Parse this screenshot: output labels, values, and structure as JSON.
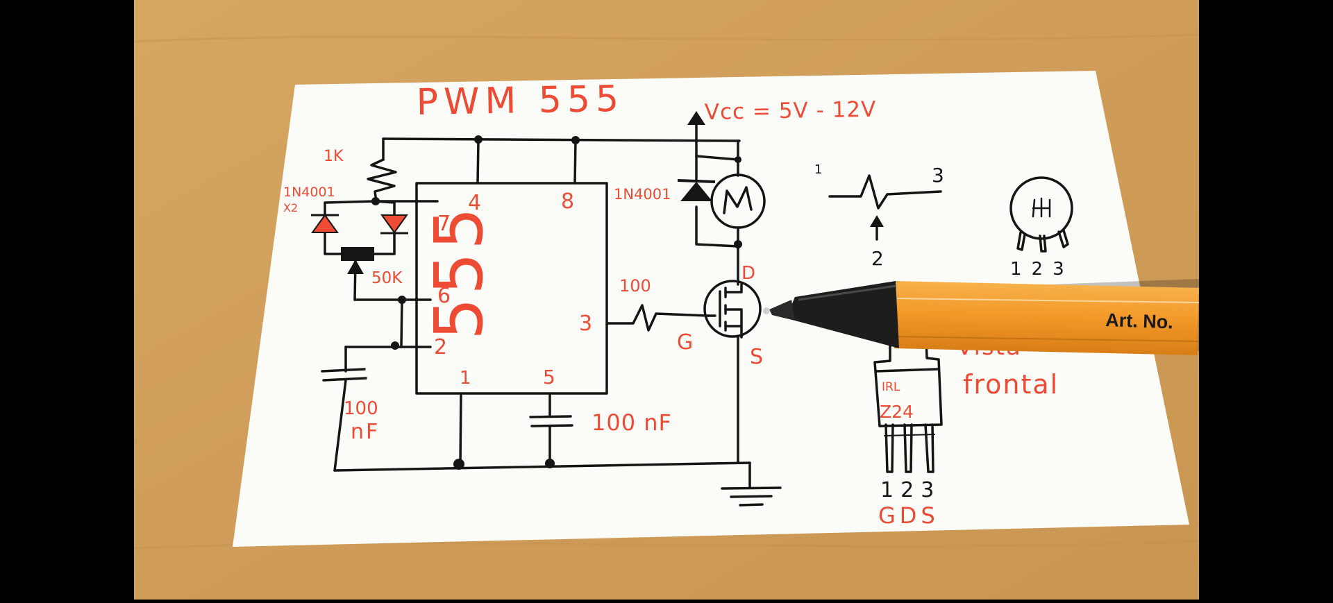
{
  "colors": {
    "ink_red": "#ee4b35",
    "ink_black": "#151515",
    "paper": "#fbfbf8",
    "table": "#d2a15e",
    "pen_orange": "#f49b2c",
    "frame": "#000000"
  },
  "card": {
    "title": "PWM 555",
    "supply": "Vcc = 5V - 12V",
    "chip_label": "555",
    "pins": {
      "p4": "4",
      "p8": "8",
      "p7": "7",
      "p6": "6",
      "p2": "2",
      "p3": "3",
      "p1": "1",
      "p5": "5"
    },
    "resistor_1k": "1K",
    "diode_pair": "1N4001",
    "diode_pair_qty": "X2",
    "pot": "50K",
    "cap_timing_value": "100",
    "cap_timing_unit": "nF",
    "cap_control": "100 nF",
    "resistor_gate": "100",
    "flyback_diode": "1N4001",
    "motor": "M",
    "mosfet_d": "D",
    "mosfet_g": "G",
    "mosfet_s": "S",
    "pot_pins": {
      "left": "1",
      "right": "3",
      "wiper": "2"
    },
    "pot_bottom_pins": [
      "1",
      "2",
      "3"
    ],
    "mosfet_part_line1": "IRL",
    "mosfet_part_line2": "Z24",
    "view_line1": "Vista",
    "view_line2": "frontal",
    "package_pin_numbers": [
      "1",
      "2",
      "3"
    ],
    "package_pin_names": [
      "G",
      "D",
      "S"
    ]
  },
  "pen": {
    "label": "Art. No."
  }
}
